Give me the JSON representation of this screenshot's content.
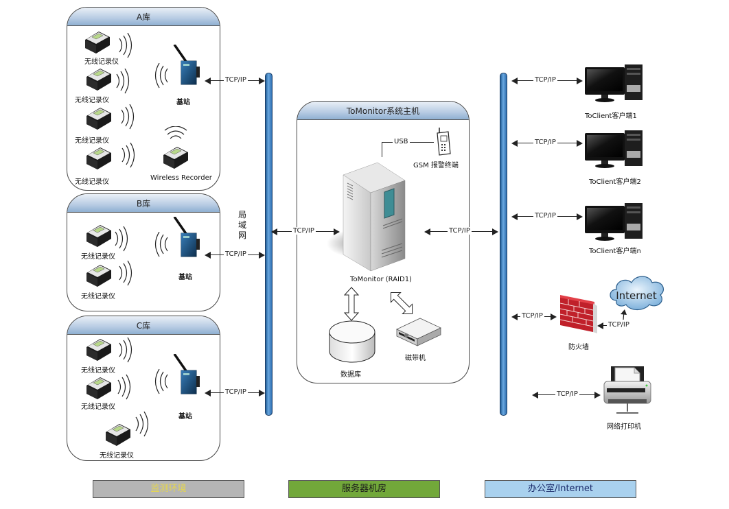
{
  "zones": {
    "a": {
      "title": "A库",
      "devices": [
        "无线记录仪",
        "无线记录仪",
        "无线记录仪",
        "无线记录仪"
      ],
      "base_station": "基站",
      "wireless_recorder": "Wireless Recorder"
    },
    "b": {
      "title": "B库",
      "devices": [
        "无线记录仪",
        "无线记录仪"
      ],
      "base_station": "基站"
    },
    "c": {
      "title": "C库",
      "devices": [
        "无线记录仪",
        "无线记录仪",
        "无线记录仪"
      ],
      "base_station": "基站"
    }
  },
  "lan_label": [
    "局",
    "域",
    "网"
  ],
  "protocol": "TCP/IP",
  "server": {
    "title": "ToMonitor系统主机",
    "host_label": "ToMonitor (RAID1)",
    "usb_label": "USB",
    "gsm_label": "GSM 报警终端",
    "database_label": "数据库",
    "tape_label": "磁带机"
  },
  "office": {
    "clients": [
      "ToClient客户端1",
      "ToClient客户端2",
      "ToClient客户端n"
    ],
    "firewall_label": "防火墙",
    "internet_label": "Internet",
    "printer_label": "网络打印机"
  },
  "legend": [
    {
      "label": "监测环境",
      "bg": "#b5b5b5",
      "color": "#e8d84a"
    },
    {
      "label": "服务器机房",
      "bg": "#72a83a",
      "color": "#1a1a1a"
    },
    {
      "label": "办公室/Internet",
      "bg": "#a9d1ee",
      "color": "#1a2a6a"
    }
  ],
  "colors": {
    "bus": "#3a7cc4",
    "panel_header": "#a9c1de",
    "firewall": "#c0202a"
  }
}
